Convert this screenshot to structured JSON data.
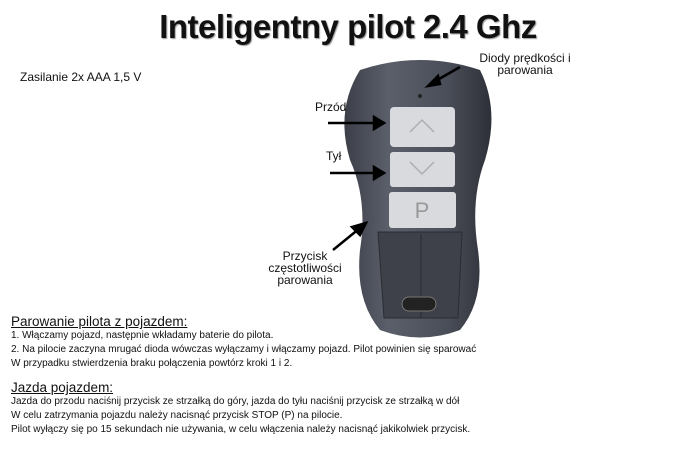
{
  "title": "Inteligentny pilot 2.4 Ghz",
  "power": "Zasilanie 2x AAA 1,5 V",
  "labels": {
    "diodes_1": "Diody prędkości i",
    "diodes_2": "parowania",
    "forward": "Przód",
    "back": "Tył",
    "pair_1": "Przycisk",
    "pair_2": "częstotliwości",
    "pair_3": "parowania"
  },
  "remote": {
    "stop_button": "P"
  },
  "pairing": {
    "heading": "Parowanie pilota z pojazdem:",
    "lines": [
      "1. Włączamy pojazd, następnie wkładamy baterie do pilota.",
      "2. Na pilocie zaczyna mrugać dioda wówczas wyłączamy i włączamy pojazd. Pilot powinien się sparować",
      "W przypadku stwierdzenia braku połączenia powtórz kroki 1 i 2."
    ]
  },
  "driving": {
    "heading": "Jazda pojazdem:",
    "lines": [
      "Jazda do przodu naciśnij przycisk ze strzałką do góry, jazda do tyłu naciśnij przycisk ze strzałką w dół",
      "W celu zatrzymania pojazdu należy nacisnąć przycisk STOP (P)  na pilocie.",
      "Pilot wyłączy się po 15 sekundach nie używania, w celu włączenia należy  nacisnąć jakikolwiek przycisk."
    ]
  }
}
